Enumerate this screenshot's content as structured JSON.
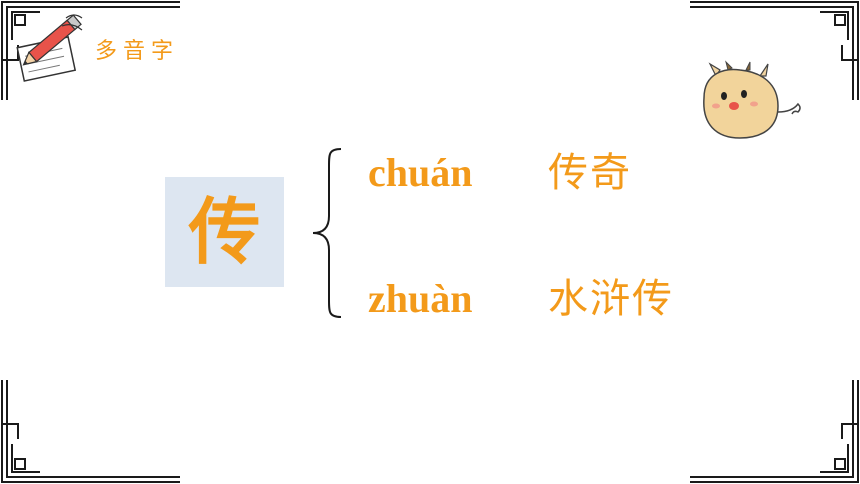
{
  "colors": {
    "accent": "#f39a1a",
    "frame": "#1a1a1a",
    "box_bg": "#dde6f1"
  },
  "header": {
    "title": "多音字",
    "icon": "pencil-paper-icon"
  },
  "mascot": {
    "icon": "cartoon-ox-icon"
  },
  "character": "传",
  "readings": [
    {
      "pinyin": "chuán",
      "word": "传奇"
    },
    {
      "pinyin": "zhuàn",
      "word": "水浒传"
    }
  ]
}
